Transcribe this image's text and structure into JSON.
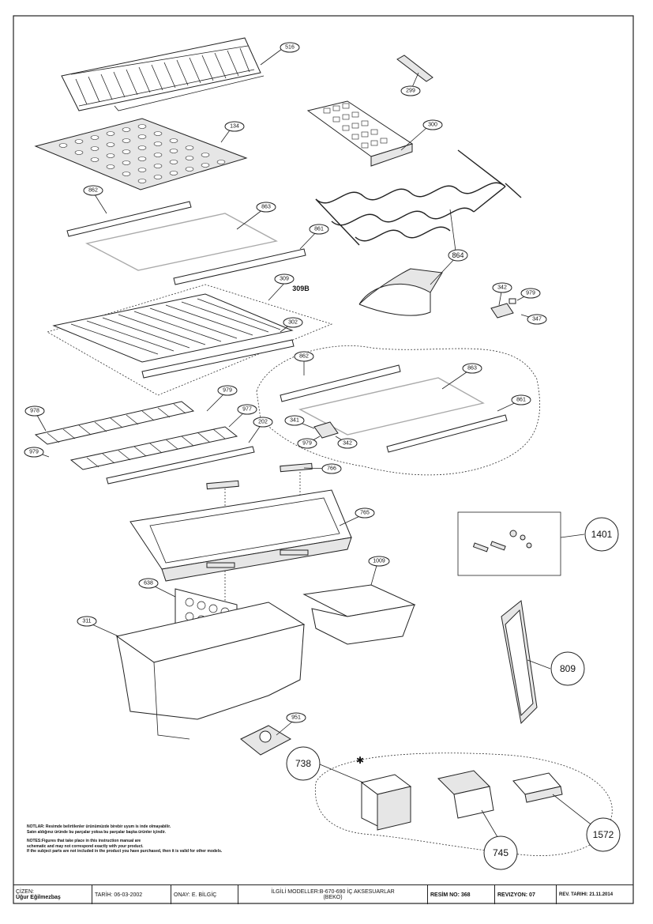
{
  "callouts": {
    "p516": "516",
    "p299": "299",
    "p134": "134",
    "p300": "300",
    "p862a": "862",
    "p863a": "863",
    "p861a": "861",
    "p864": "864",
    "p309": "309",
    "p309b": "309B",
    "p302a": "302",
    "p342a": "342",
    "p979a": "979",
    "p347": "347",
    "p862b": "862",
    "p863b": "863",
    "p861b": "861",
    "p979b": "979",
    "p978": "978",
    "p977": "977",
    "p341": "341",
    "p202": "202",
    "p979c": "979",
    "p979d": "979",
    "p342b": "342",
    "p766": "766",
    "p765": "765",
    "p1401": "1401",
    "p1009": "1009",
    "p638": "638",
    "p311": "311",
    "p809": "809",
    "p951": "951",
    "p738": "738",
    "p745": "745",
    "p1572": "1572"
  },
  "notes": {
    "tr_line1": "NOTLAR: Resimde belirtilenler ürünümüzde birebir uyum is inde olmayabilir.",
    "tr_line2": "Satın aldığınız üründe bu parçalar yoksa bu parçalar başka ürünler içindir.",
    "en_line1": "NOTES:Figures that take place in this instruction manual are",
    "en_line2": "schematic and may not correspond exactly with your product.",
    "en_line3": "If the subject parts are not included in the product you have purchased, then it is valid for other models."
  },
  "titleblock": {
    "drawn_by_label": "ÇİZEN:",
    "drawn_by": "Uğur Eğilmezbaş",
    "date": "TARİH: 06-03-2002",
    "approved": "ONAY: E. BİLGİÇ",
    "models": "İLGİLİ MODELLER:B-670-690 İÇ AKSESUARLAR",
    "brand": "(BEKO)",
    "drawing_no": "RESİM NO: 368",
    "revision": "REVIZYON: 07",
    "rev_date": "REV. TARIHI: 21.11.2014"
  },
  "colors": {
    "line": "#222222",
    "fill": "#e6e6e6",
    "background": "#ffffff"
  }
}
